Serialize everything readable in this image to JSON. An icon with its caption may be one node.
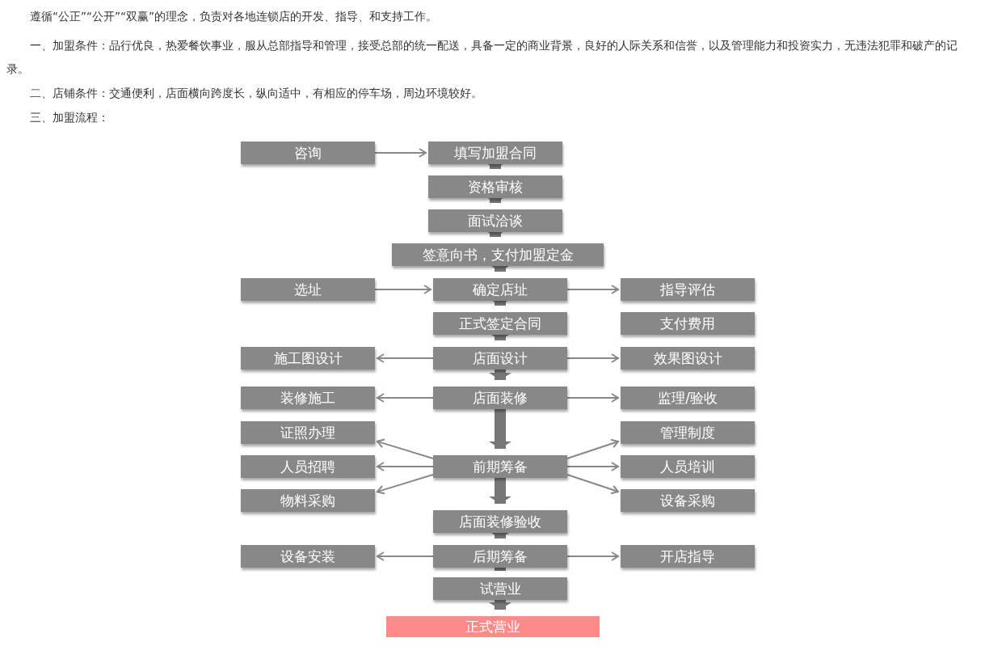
{
  "diagram": {
    "nodes": [
      {
        "text": [
          "咨询"
        ]
      },
      {
        "text": [
          "填写加盟合同"
        ]
      },
      {
        "text": [
          "资格审核"
        ]
      },
      {
        "text": [
          "面试洽谈"
        ]
      },
      {
        "text": [
          "签意向书，支付加盟定金"
        ]
      },
      {
        "text": [
          "选址"
        ]
      },
      {
        "text": [
          "确定店址"
        ]
      },
      {
        "text": [
          "指导评估"
        ]
      },
      {
        "text": [
          "正式签定合同"
        ]
      },
      {
        "text": [
          "支付费用"
        ]
      },
      {
        "text": [
          "施工图设计"
        ]
      },
      {
        "text": [
          "店面设计"
        ]
      },
      {
        "text": [
          "效果图设计"
        ]
      },
      {
        "text": [
          "装修施工"
        ]
      },
      {
        "text": [
          "店面装修"
        ]
      },
      {
        "text": [
          "监理/验收"
        ]
      },
      {
        "text": [
          "证照办理"
        ]
      },
      {
        "text": [
          "管理制度"
        ]
      },
      {
        "text": [
          "人员招聘"
        ]
      },
      {
        "text": [
          "前期筹备"
        ]
      },
      {
        "text": [
          "人员培训"
        ]
      },
      {
        "text": [
          "物料采购"
        ]
      },
      {
        "text": [
          "设备采购"
        ]
      },
      {
        "text": [
          "店面装修验收"
        ]
      },
      {
        "text": [
          "设备安装"
        ]
      },
      {
        "text": [
          "后期筹备"
        ]
      },
      {
        "text": [
          "开店指导"
        ]
      },
      {
        "text": [
          "试营业"
        ]
      },
      {
        "text": [
          "正式营业"
        ]
      }
    ],
    "edges": [
      {
        "from": 0,
        "to": 1,
        "arrow": "to"
      },
      {
        "from": 1,
        "to": 2,
        "arrow": "to",
        "style": "thick"
      },
      {
        "from": 2,
        "to": 3,
        "arrow": "to",
        "style": "thick"
      },
      {
        "from": 3,
        "to": 4,
        "arrow": "to",
        "style": "thick"
      },
      {
        "from": 4,
        "to": 6,
        "arrow": "to",
        "style": "thick"
      },
      {
        "from": 5,
        "to": 6,
        "arrow": "to"
      },
      {
        "from": 6,
        "to": 7,
        "arrow": "to"
      },
      {
        "from": 6,
        "to": 8,
        "arrow": "to",
        "style": "thick"
      },
      {
        "from": 8,
        "to": 11,
        "arrow": "to",
        "style": "thick"
      },
      {
        "from": 11,
        "to": 10,
        "arrow": "to"
      },
      {
        "from": 11,
        "to": 12,
        "arrow": "to"
      },
      {
        "from": 11,
        "to": 14,
        "arrow": "to",
        "style": "thick"
      },
      {
        "from": 14,
        "to": 13,
        "arrow": "to"
      },
      {
        "from": 14,
        "to": 15,
        "arrow": "to"
      },
      {
        "from": 14,
        "to": 19,
        "arrow": "to",
        "style": "thick"
      },
      {
        "from": 19,
        "to": 16,
        "arrow": "to"
      },
      {
        "from": 19,
        "to": 18,
        "arrow": "to"
      },
      {
        "from": 19,
        "to": 21,
        "arrow": "to"
      },
      {
        "from": 19,
        "to": 17,
        "arrow": "to"
      },
      {
        "from": 19,
        "to": 20,
        "arrow": "to"
      },
      {
        "from": 19,
        "to": 22,
        "arrow": "to"
      },
      {
        "from": 19,
        "to": 23,
        "arrow": "to",
        "style": "thick"
      },
      {
        "from": 23,
        "to": 25,
        "arrow": "to",
        "style": "thick"
      },
      {
        "from": 25,
        "to": 24,
        "arrow": "to"
      },
      {
        "from": 25,
        "to": 26,
        "arrow": "to"
      },
      {
        "from": 25,
        "to": 27,
        "arrow": "to",
        "style": "thick"
      },
      {
        "from": 27,
        "to": 28,
        "arrow": "to",
        "style": "thick"
      }
    ],
    "labels": [
      "遵循“公正”“公开”“双赢”的理念，负责对各地连锁店的开发、指导、和支持工作。",
      "一、加盟条件：品行优良，热爱餐饮事业，服从总部指导和管理，接受总部的统一配送，具备一定的商业背景，良好的人际关系和信誉，以及管理能力和投资实力，无违法犯罪和破产的记录。",
      "二、店铺条件：交通便利，店面横向跨度长，纵向适中，有相应的停车场，周边环境较好。",
      "三、加盟流程："
    ]
  }
}
